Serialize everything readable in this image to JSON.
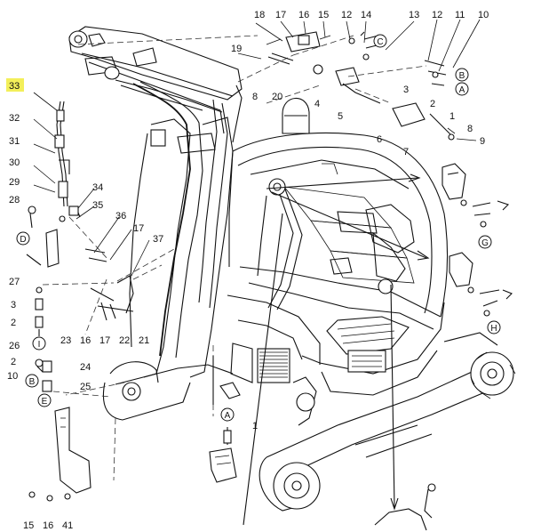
{
  "diagram": {
    "callouts": [
      {
        "id": "c1",
        "text": "18"
      },
      {
        "id": "c2",
        "text": "17"
      },
      {
        "id": "c3",
        "text": "16"
      },
      {
        "id": "c4",
        "text": "15"
      },
      {
        "id": "c5",
        "text": "12"
      },
      {
        "id": "c6",
        "text": "14"
      },
      {
        "id": "c7",
        "text": "13"
      },
      {
        "id": "c8",
        "text": "12"
      },
      {
        "id": "c9",
        "text": "11"
      },
      {
        "id": "c10",
        "text": "10"
      },
      {
        "id": "c11",
        "text": "19"
      },
      {
        "id": "c12",
        "text": "8"
      },
      {
        "id": "c13",
        "text": "20"
      },
      {
        "id": "c14",
        "text": "4"
      },
      {
        "id": "c15",
        "text": "5"
      },
      {
        "id": "c16",
        "text": "3"
      },
      {
        "id": "c17",
        "text": "2"
      },
      {
        "id": "c18",
        "text": "1"
      },
      {
        "id": "c19",
        "text": "6"
      },
      {
        "id": "c20",
        "text": "7"
      },
      {
        "id": "c21",
        "text": "8"
      },
      {
        "id": "c22",
        "text": "9"
      },
      {
        "id": "c23",
        "text": "33"
      },
      {
        "id": "c24",
        "text": "32"
      },
      {
        "id": "c25",
        "text": "31"
      },
      {
        "id": "c26",
        "text": "30"
      },
      {
        "id": "c27",
        "text": "29"
      },
      {
        "id": "c28",
        "text": "28"
      },
      {
        "id": "c29",
        "text": "34"
      },
      {
        "id": "c30",
        "text": "35"
      },
      {
        "id": "c31",
        "text": "36"
      },
      {
        "id": "c32",
        "text": "17"
      },
      {
        "id": "c33",
        "text": "37"
      },
      {
        "id": "c34",
        "text": "27"
      },
      {
        "id": "c35",
        "text": "3"
      },
      {
        "id": "c36",
        "text": "2"
      },
      {
        "id": "c37",
        "text": "26"
      },
      {
        "id": "c38",
        "text": "23"
      },
      {
        "id": "c39",
        "text": "16"
      },
      {
        "id": "c40",
        "text": "17"
      },
      {
        "id": "c41",
        "text": "22"
      },
      {
        "id": "c42",
        "text": "21"
      },
      {
        "id": "c43",
        "text": "2"
      },
      {
        "id": "c44",
        "text": "24"
      },
      {
        "id": "c45",
        "text": "10"
      },
      {
        "id": "c46",
        "text": "25"
      },
      {
        "id": "c47",
        "text": "1"
      },
      {
        "id": "c48",
        "text": "15"
      },
      {
        "id": "c49",
        "text": "16"
      },
      {
        "id": "c50",
        "text": "41"
      }
    ],
    "ref_markers": [
      {
        "id": "m1",
        "text": "C"
      },
      {
        "id": "m2",
        "text": "B"
      },
      {
        "id": "m3",
        "text": "A"
      },
      {
        "id": "m4",
        "text": "D"
      },
      {
        "id": "m5",
        "text": "I"
      },
      {
        "id": "m6",
        "text": "B"
      },
      {
        "id": "m7",
        "text": "E"
      },
      {
        "id": "m8",
        "text": "A"
      },
      {
        "id": "m9",
        "text": "G"
      },
      {
        "id": "m10",
        "text": "H"
      }
    ],
    "highlight_color": "#f3ef5a"
  }
}
